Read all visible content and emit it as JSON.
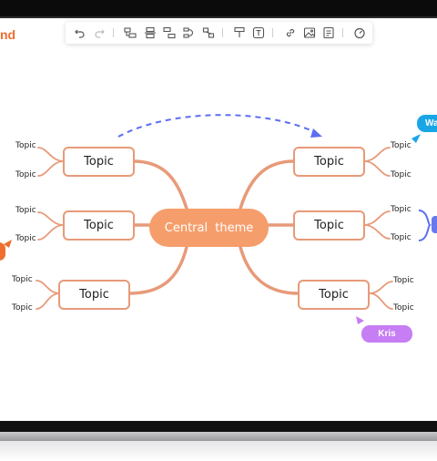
{
  "app": {
    "title_fragment": "nd"
  },
  "toolbar": {
    "buttons": [
      "undo-icon",
      "redo-icon",
      "subtopic-icon",
      "sibling-topic-icon",
      "floating-topic-icon",
      "relationship-icon",
      "boundary-icon",
      "format-painter-icon",
      "text-icon",
      "link-icon",
      "image-icon",
      "note-icon",
      "timer-icon"
    ]
  },
  "mindmap": {
    "central": "Central theme",
    "left_topics": [
      {
        "label": "Topic",
        "subtopics": [
          "Topic",
          "Topic"
        ]
      },
      {
        "label": "Topic",
        "subtopics": [
          "Topic",
          "Topic"
        ]
      },
      {
        "label": "Topic",
        "subtopics": [
          "Topic",
          "Topic"
        ]
      }
    ],
    "right_topics": [
      {
        "label": "Topic",
        "subtopics": [
          "Topic",
          "Topic"
        ]
      },
      {
        "label": "Topic",
        "subtopics": [
          "Topic",
          "Topic"
        ]
      },
      {
        "label": "Topic",
        "subtopics": [
          "Topic",
          "Topic"
        ]
      }
    ]
  },
  "collaborators": [
    {
      "name": "Wa",
      "color": "#19a6e6"
    },
    {
      "name": "Kris",
      "color": "#c77df3"
    }
  ],
  "colors": {
    "accent": "#ef6d2f",
    "central_fill": "#f59e6b",
    "branch": "#e79a79",
    "relationship": "#5b6ff0"
  }
}
